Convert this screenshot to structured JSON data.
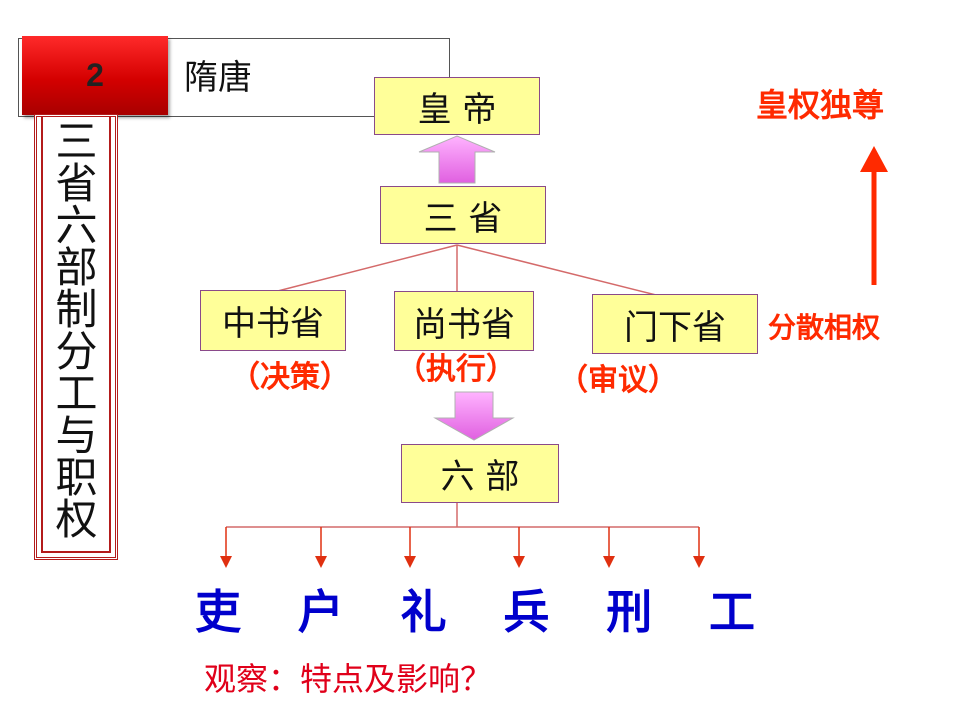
{
  "header": {
    "number": "2",
    "title": "隋唐"
  },
  "side_panel": {
    "text": "三省六部制分工与职权"
  },
  "diagram": {
    "emperor": "皇 帝",
    "three_provinces": "三 省",
    "provinces": [
      {
        "name": "中书省",
        "role": "（决策）"
      },
      {
        "name": "尚书省",
        "role": "（执行）"
      },
      {
        "name": "门下省",
        "role": "（审议）"
      }
    ],
    "six_ministries": "六 部",
    "ministries": [
      "吏",
      "户",
      "礼",
      "兵",
      "刑",
      "工"
    ]
  },
  "annotations": {
    "top_right": "皇权独尊",
    "side_right": "分散相权"
  },
  "question": "观察：特点及影响？",
  "colors": {
    "accent_red": "#ff2a00",
    "box_fill": "#ffff99",
    "ministry_blue": "#0000cc",
    "arrow_pink": "#ff80ff",
    "header_red": "#d40000"
  }
}
